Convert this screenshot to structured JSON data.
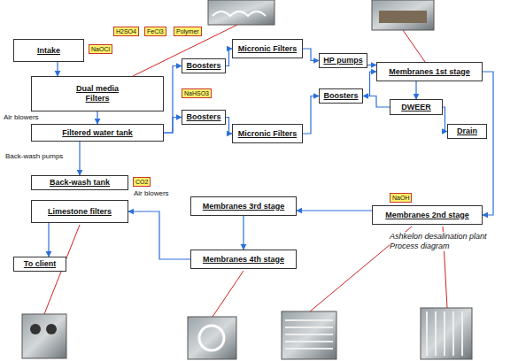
{
  "diagram": {
    "nodes": [
      {
        "text": [
          "Intake"
        ]
      },
      {
        "text": [
          "Dual media",
          "Filters"
        ]
      },
      {
        "text": [
          "Filtered water tank"
        ]
      },
      {
        "text": [
          "Micronic Filters"
        ]
      },
      {
        "text": [
          "Boosters"
        ]
      },
      {
        "text": [
          "Boosters"
        ]
      },
      {
        "text": [
          "Micronic Filters"
        ]
      },
      {
        "text": [
          "HP pumps"
        ]
      },
      {
        "text": [
          "Membranes 1st stage"
        ]
      },
      {
        "text": [
          "Boosters"
        ]
      },
      {
        "text": [
          "DWEER"
        ]
      },
      {
        "text": [
          "Back-wash tank"
        ]
      },
      {
        "text": [
          "Limestone filters"
        ]
      },
      {
        "text": [
          "Membranes 2nd stage"
        ]
      },
      {
        "text": [
          "Membranes 3rd stage"
        ]
      },
      {
        "text": [
          "Membranes 4th stage"
        ]
      },
      {
        "text": [
          "To client"
        ]
      },
      {
        "text": [
          "Drain"
        ]
      }
    ],
    "edges": [
      {
        "from": 0,
        "to": 1,
        "arrow": "to"
      },
      {
        "from": 1,
        "to": 2,
        "arrow": "to"
      },
      {
        "from": 2,
        "to": 4,
        "arrow": "to"
      },
      {
        "from": 2,
        "to": 5,
        "arrow": "to"
      },
      {
        "from": 4,
        "to": 3,
        "arrow": "to"
      },
      {
        "from": 5,
        "to": 6,
        "arrow": "to"
      },
      {
        "from": 3,
        "to": 7,
        "arrow": "to"
      },
      {
        "from": 6,
        "to": 9,
        "arrow": "to"
      },
      {
        "from": 7,
        "to": 8,
        "arrow": "to"
      },
      {
        "from": 9,
        "to": 8,
        "arrow": "to"
      },
      {
        "from": 10,
        "to": 9,
        "arrow": "to"
      },
      {
        "from": 8,
        "to": 10,
        "arrow": "to"
      },
      {
        "from": 10,
        "to": 17,
        "arrow": "to"
      },
      {
        "from": 8,
        "to": 13,
        "arrow": "to"
      },
      {
        "from": 13,
        "to": 14,
        "arrow": "to"
      },
      {
        "from": 14,
        "to": 15,
        "arrow": "to"
      },
      {
        "from": 15,
        "to": 12,
        "arrow": "to"
      },
      {
        "from": 12,
        "to": 16,
        "arrow": "to"
      },
      {
        "from": 2,
        "to": 11,
        "arrow": "to"
      }
    ],
    "labels": [
      "Air blowers",
      "Air blowers",
      "Back-wash pumps",
      "NaOCl",
      "H2SO4",
      "FeCl3",
      "Polymer",
      "NaHSO3",
      "NaOH",
      "CO2",
      "Ashkelon desalination plant Process diagram"
    ]
  }
}
